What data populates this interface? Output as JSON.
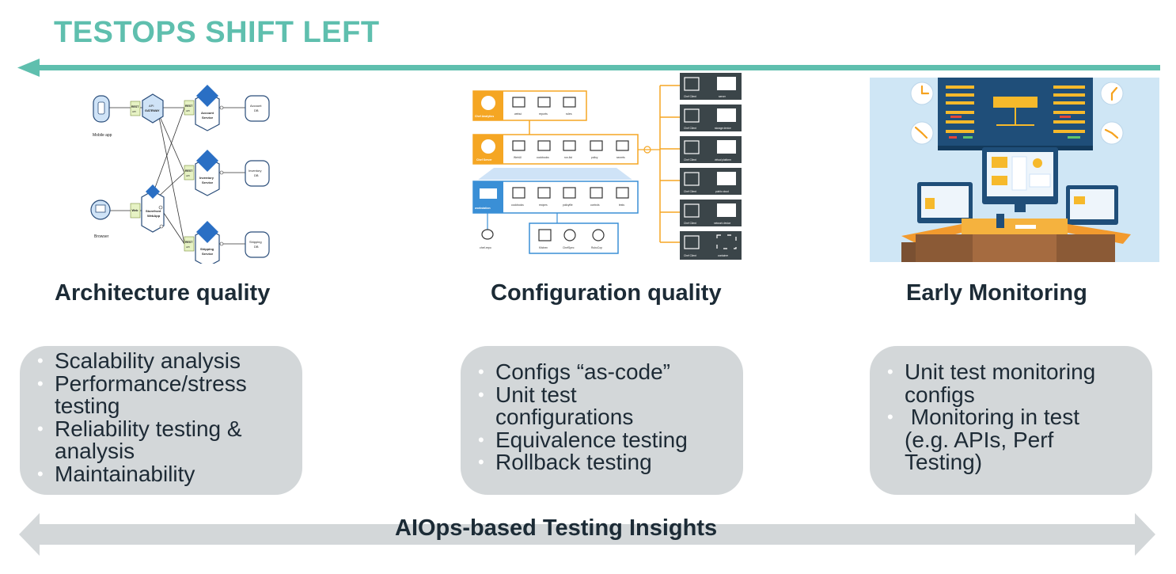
{
  "header": {
    "title": "TESTOPS SHIFT LEFT"
  },
  "architecture": {
    "heading": "Architecture quality",
    "diagram": {
      "mobile_app": "Mobile app",
      "browser": "Browser",
      "rest": "REST",
      "api": "API",
      "api_gateway_1": "API",
      "api_gateway_2": "GATEWAY",
      "web": "Web",
      "storefront_1": "Storefront",
      "storefront_2": "WebApp",
      "account_1": "Account",
      "account_2": "Service",
      "inventory_1": "Inventory",
      "inventory_2": "Service",
      "shipping_1": "Shipping",
      "shipping_2": "Service",
      "account_db_1": "Account",
      "account_db_2": "DB",
      "inventory_db_1": "Inventory",
      "inventory_db_2": "DB",
      "shipping_db_1": "Shipping",
      "shipping_db_2": "DB"
    },
    "bullets": [
      "Scalability analysis",
      "Performance/stress",
      "testing",
      "Reliability testing &",
      "analysis",
      "Maintainability"
    ]
  },
  "configuration": {
    "heading": "Configuration quality",
    "diagram": {
      "chef_analytics": "Chef Analytics",
      "chef_server": "Chef Server",
      "workstation": "workstation",
      "chef_repo": "chef-repo",
      "analytics_items": [
        "webui",
        "reports",
        "rules"
      ],
      "server_items": [
        "WebUI",
        "cookbooks",
        "run-list",
        "policy",
        "secrets"
      ],
      "workstation_items": [
        "cookbooks",
        "recipes",
        "policyfile",
        "controls",
        "tests"
      ],
      "tools": [
        "Kitchen",
        "ChefSpec",
        "RuboCop"
      ],
      "chef_client": "Chef Client",
      "nodes": [
        "server",
        "storage device",
        "virtual platform",
        "public cloud",
        "network device",
        "container"
      ]
    },
    "bullets": [
      "Configs “as-code”",
      "Unit test",
      "configurations",
      "Equivalence testing",
      "Rollback testing"
    ]
  },
  "monitoring": {
    "heading": "Early Monitoring",
    "bullets": [
      "Unit test monitoring",
      "configs",
      " Monitoring in test",
      "(e.g. APIs, Perf",
      "Testing)"
    ]
  },
  "footer": {
    "label": "AIOps-based Testing Insights"
  },
  "colors": {
    "teal": "#5fbfae",
    "box": "#d3d7d9",
    "orange": "#f5a623",
    "blue": "#3a8fd6"
  }
}
